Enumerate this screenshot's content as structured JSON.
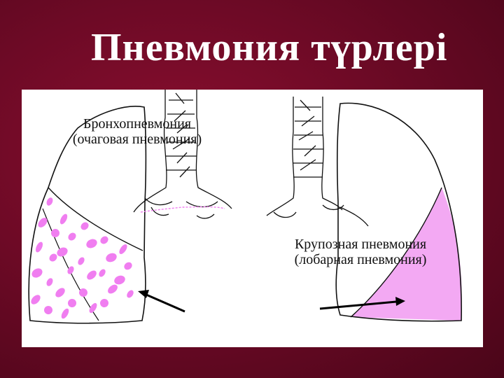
{
  "slide": {
    "title": "Пневмония түрлері"
  },
  "diagram": {
    "left_label_line1": "Бронхопневмония",
    "left_label_line2": "(очаговая пневмония)",
    "right_label_line1": "Крупозная пневмония",
    "right_label_line2": "(лобарная пневмония)"
  },
  "colors": {
    "background": "#6e0a26",
    "title": "#ffffff",
    "panel": "#ffffff",
    "lesion_spots": "#f07ef0",
    "lobar_fill": "#f3a9f3",
    "outline": "#111111"
  },
  "icons": [
    "left-lung-outline",
    "right-lung-outline",
    "trachea-bronchi",
    "arrow-left",
    "arrow-right"
  ]
}
